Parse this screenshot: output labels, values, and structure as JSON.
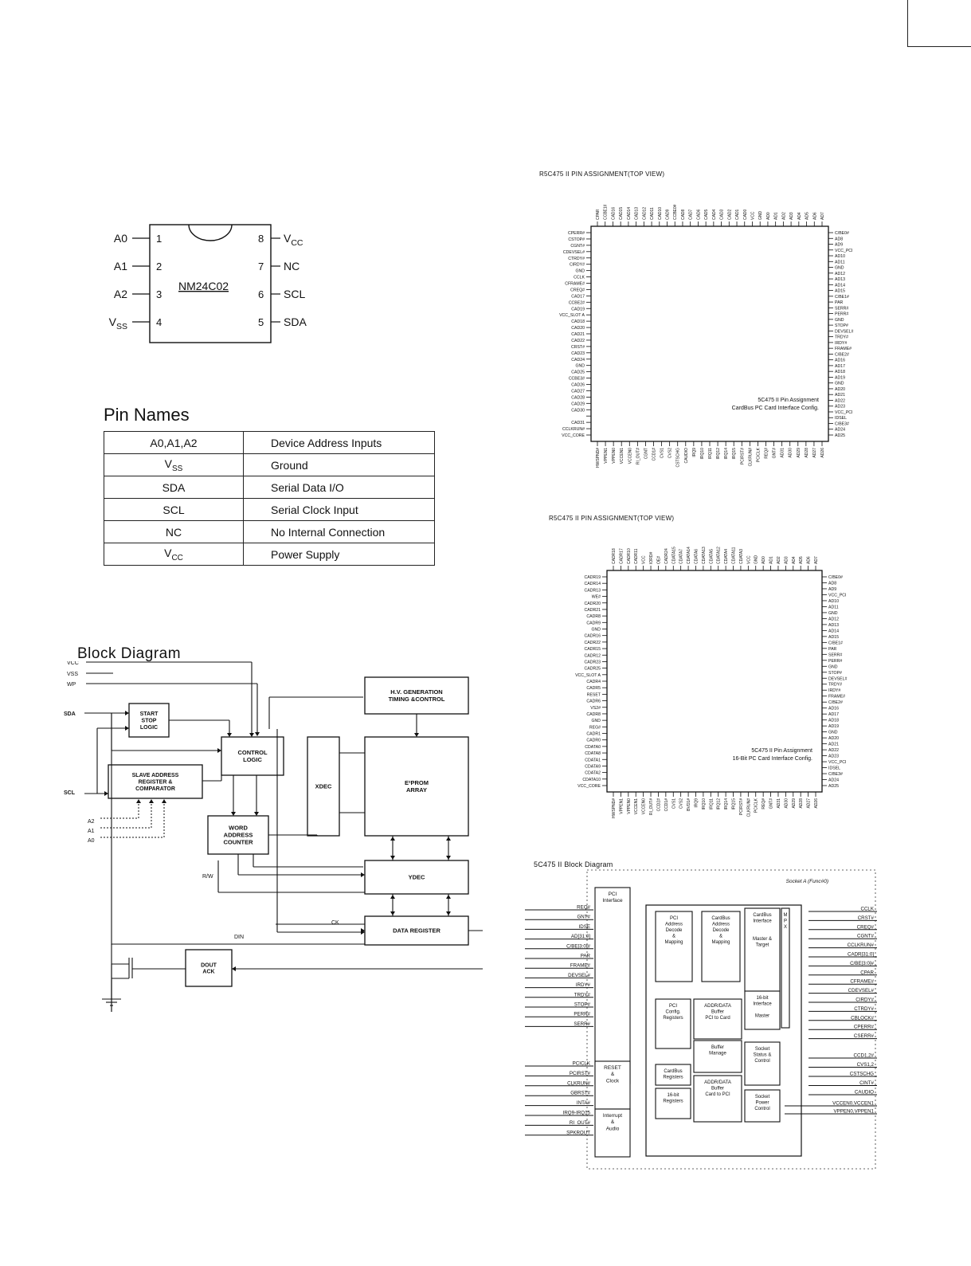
{
  "chip": {
    "name": "NM24C02",
    "left_pins": [
      {
        "num": "1",
        "label": "A0"
      },
      {
        "num": "2",
        "label": "A1"
      },
      {
        "num": "3",
        "label": "A2"
      },
      {
        "num": "4",
        "label": "V",
        "sub": "SS"
      }
    ],
    "right_pins": [
      {
        "num": "8",
        "label": "V",
        "sub": "CC"
      },
      {
        "num": "7",
        "label": "NC"
      },
      {
        "num": "6",
        "label": "SCL"
      },
      {
        "num": "5",
        "label": "SDA"
      }
    ]
  },
  "pin_names": {
    "title": "Pin Names",
    "rows": [
      {
        "name": "A0,A1,A2",
        "desc": "Device Address Inputs"
      },
      {
        "name": "V",
        "sub": "SS",
        "desc": "Ground"
      },
      {
        "name": "SDA",
        "desc": "Serial Data I/O"
      },
      {
        "name": "SCL",
        "desc": "Serial Clock Input"
      },
      {
        "name": "NC",
        "desc": "No Internal Connection"
      },
      {
        "name": "V",
        "sub": "CC",
        "desc": "Power Supply"
      }
    ]
  },
  "block_diagram": {
    "title": "Block Diagram",
    "inputs": [
      "VCC",
      "VSS",
      "WP",
      "SDA",
      "SCL",
      "A2",
      "A1",
      "A0"
    ],
    "blocks": {
      "start_stop": [
        "START",
        "STOP",
        "LOGIC"
      ],
      "control": [
        "CONTROL",
        "LOGIC"
      ],
      "hv": [
        "H.V. GENERATION",
        "TIMING &CONTROL"
      ],
      "slave": [
        "SLAVE ADDRESS",
        "REGISTER &",
        "COMPARATOR"
      ],
      "xdec": "XDEC",
      "eeprom": [
        "E²PROM",
        "ARRAY"
      ],
      "word": [
        "WORD",
        "ADDRESS",
        "COUNTER"
      ],
      "ydec": "YDEC",
      "data_reg": "DATA REGISTER",
      "dout": [
        "DOUT",
        "ACK"
      ]
    },
    "signals": {
      "rw": "R/W",
      "ck": "CK",
      "din": "DIN"
    }
  },
  "pin_assign_1": {
    "header": "R5C475 II  PIN ASSIGNMENT(TOP VIEW)",
    "caption": [
      "5C475 II  Pin Assignment",
      "CardBus PC Card Interface Config."
    ],
    "left_pins": [
      "CPERR#",
      "CSTOP#",
      "CGNT#",
      "CDEVSEL#",
      "CTRDY#",
      "CIRDY#",
      "GND",
      "CCLK",
      "CFRAME#",
      "CREQ#",
      "CAD17",
      "CCBE2#",
      "CAD19",
      "VCC_SLOT A",
      "CAD18",
      "CAD20",
      "CAD21",
      "CAD22",
      "CRST#",
      "CAD23",
      "CAD24",
      "GND",
      "CAD25",
      "CCBE3#",
      "CAD26",
      "CAD27",
      "CAD28",
      "CAD29",
      "CAD30",
      "",
      "CAD31",
      "CCLKRUN#",
      "VCC_CORE"
    ],
    "right_pins": [
      "C/BE0#",
      "AD8",
      "AD9",
      "VCC_PCI",
      "AD10",
      "AD11",
      "GND",
      "AD12",
      "AD13",
      "AD14",
      "AD15",
      "C/BE1#",
      "PAR",
      "SERR#",
      "PERR#",
      "GND",
      "STOP#",
      "DEVSEL#",
      "TRDY#",
      "IRDY#",
      "FRAME#",
      "C/BE2#",
      "AD16",
      "AD17",
      "AD18",
      "AD19",
      "GND",
      "AD20",
      "AD21",
      "AD22",
      "AD23",
      "VCC_PCI",
      "IDSEL",
      "C/BE3#",
      "AD24",
      "AD25"
    ],
    "top_pins": [
      "CPAR",
      "CCBE1#",
      "CAD16",
      "CAD15",
      "CAD14",
      "CAD13",
      "CAD12",
      "CAD11",
      "CAD10",
      "CAD9",
      "CCBE0#",
      "CAD8",
      "CAD7",
      "CAD6",
      "CAD5",
      "CAD4",
      "CAD3",
      "CAD2",
      "CAD1",
      "CAD0",
      "VCC",
      "GND",
      "AD0",
      "AD1",
      "AD2",
      "AD3",
      "AD4",
      "AD5",
      "AD6",
      "AD7"
    ],
    "bottom_pins": [
      "HWSPND#",
      "VPPEN1",
      "VPPEN0",
      "VCCEN1",
      "VCCEN0",
      "RI_OUT#",
      "CGNT",
      "CCD1#",
      "CVS1",
      "CVS2",
      "CSTSCHG",
      "CAUDIO",
      "IRQ9",
      "IRQ10",
      "IRQ11",
      "IRQ12",
      "IRQ14",
      "IRQ15",
      "PCIRST#",
      "CLKRUN#",
      "PCICLK",
      "REQ#",
      "GNT#",
      "AD31",
      "AD30",
      "AD29",
      "AD28",
      "AD27",
      "AD26"
    ]
  },
  "pin_assign_2": {
    "header": "R5C475 II  PIN ASSIGNMENT(TOP VIEW)",
    "caption": [
      "5C475 II  Pin Assignment",
      "16-Bit PC Card Interface Config."
    ],
    "left_pins": [
      "CADR19",
      "CADR14",
      "CADR13",
      "WE#",
      "CADR20",
      "CADR21",
      "CADR8",
      "CADR9",
      "GND",
      "CADR16",
      "CADR22",
      "CADR15",
      "CADR12",
      "CADR23",
      "CADR25",
      "VCC_SLOT A",
      "CADR4",
      "CADR5",
      "RESET",
      "CADR6",
      "VS2#",
      "CADR8",
      "GND",
      "REG#",
      "CADR1",
      "CADR0",
      "CDATA0",
      "CDATA8",
      "CDATA1",
      "CDATA9",
      "CDATA2",
      "CDATA10",
      "VCC_CORE"
    ],
    "right_pins": [
      "C/BE0#",
      "AD8",
      "AD9",
      "VCC_PCI",
      "AD10",
      "AD11",
      "GND",
      "AD12",
      "AD13",
      "AD14",
      "AD15",
      "C/BE1#",
      "PAR",
      "SERR#",
      "PERR#",
      "GND",
      "STOP#",
      "DEVSEL#",
      "TRDY#",
      "IRDY#",
      "FRAME#",
      "C/BE2#",
      "AD16",
      "AD17",
      "AD18",
      "AD19",
      "GND",
      "AD20",
      "AD21",
      "AD22",
      "AD23",
      "VCC_PCI",
      "IDSEL",
      "C/BE3#",
      "AD24",
      "AD25"
    ],
    "top_pins": [
      "CADR18",
      "CADR17",
      "CADR10",
      "CADR11",
      "VCC",
      "IORD#",
      "OE#",
      "CADR24",
      "CDATA15",
      "CDATA7",
      "CDATA14",
      "CDATA6",
      "CDATA13",
      "CDATA5",
      "CDATA12",
      "CDATA4",
      "CDATA11",
      "CDATA3",
      "VCC",
      "GND",
      "AD0",
      "AD1",
      "AD2",
      "AD3",
      "AD4",
      "AD5",
      "AD6",
      "AD7"
    ],
    "bottom_pins": [
      "HWSPND#",
      "VPPEN1",
      "VPPEN0",
      "VCCEN1",
      "VCCEN0",
      "RI_OUT#",
      "CCD2#",
      "CCD1#",
      "CVS1",
      "CVS2",
      "BVD1#",
      "IRQ9",
      "IRQ10",
      "IRQ11",
      "IRQ12",
      "IRQ14",
      "IRQ15",
      "PCIRST#",
      "CLKRUN#",
      "PCICLK",
      "REQ#",
      "GNT#",
      "AD31",
      "AD30",
      "AD29",
      "AD28",
      "AD27",
      "AD26"
    ]
  },
  "block_5c475": {
    "title": "5C475 II  Block Diagram",
    "socket_label": "Socket A (Func#0)",
    "left_signals": [
      "REQ#",
      "GNT#",
      "IDSE",
      "AD[31:0]",
      "C/BE[3:0]#",
      "PAR",
      "FRAME#",
      "DEVSEL#",
      "IRDY#",
      "TRDY#",
      "STOP#",
      "PERR#",
      "SERR#"
    ],
    "left_signals_2": [
      "PCICLK",
      "PCIRST#",
      "CLKRUN#",
      "GBRST#",
      "INTA#",
      "IRQ9-IRQ15",
      "RI_OUT#",
      "SPKROUT"
    ],
    "right_signals": [
      "CCLK",
      "CRST#",
      "CREQ#",
      "CGNT#",
      "CCLKRUN#",
      "CADR[31:0]",
      "C/BE[3:0]#",
      "CPAR",
      "CFRAME#",
      "CDEVSEL#",
      "CIRDY#",
      "CTRDY#",
      "CBLOCK#",
      "CPERR#",
      "CSERR#"
    ],
    "right_signals_2": [
      "CCD1,2#",
      "CVS1,2",
      "CSTSCHG",
      "CINT#",
      "CAUDIO"
    ],
    "right_signals_3": [
      "VCCEN0,VCCEN1",
      "VPPEN0,VPPEN1"
    ],
    "blocks": {
      "pci_interface": [
        "PCI",
        "Interface"
      ],
      "pci_addr": [
        "PCI",
        "Address",
        "Decode",
        "&",
        "Mapping"
      ],
      "cb_addr": [
        "CardBus",
        "Address",
        "Decode",
        "&",
        "Mapping"
      ],
      "cb_iface": [
        "CardBus",
        "Interface"
      ],
      "master_target": [
        "Master &",
        "Target"
      ],
      "mpx": [
        "M",
        "P",
        "X"
      ],
      "bit16_iface": [
        "16-bit",
        "Interface"
      ],
      "master": "Master",
      "pci_config": [
        "PCI",
        "Config.",
        "Registers"
      ],
      "buf_pci_card": [
        "ADDR/DATA",
        "Buffer",
        "PCI to Card"
      ],
      "buf_manage": [
        "Buffer",
        "Manage"
      ],
      "socket_status": [
        "Socket",
        "Status &",
        "Control"
      ],
      "cb_regs": [
        "CardBus",
        "Registers"
      ],
      "bit16_regs": [
        "16-bit",
        "Registers"
      ],
      "buf_card_pci": [
        "ADDR/DATA",
        "Buffer",
        "Card to PCI"
      ],
      "socket_power": [
        "Socket",
        "Power",
        "Control"
      ],
      "reset_clock": [
        "RESET",
        "&",
        "Clock"
      ],
      "interrupt_audio": [
        "Interrupt",
        "&",
        "Audio"
      ]
    }
  }
}
